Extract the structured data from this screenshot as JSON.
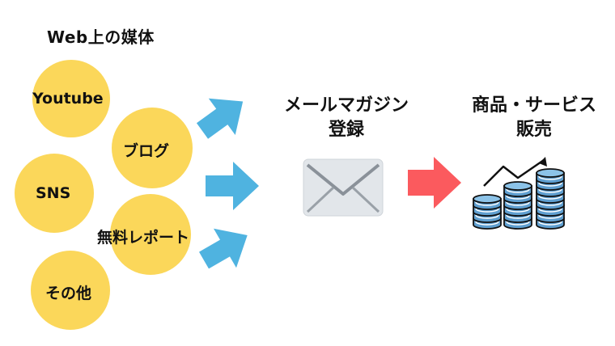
{
  "title": "Web上の媒体",
  "sources": {
    "youtube": "Youtube",
    "blog": "ブログ",
    "sns": "SNS",
    "report": "無料レポート",
    "other": "その他"
  },
  "middle": {
    "line1": "メールマガジン",
    "line2": "登録"
  },
  "right": {
    "line1": "商品・サービス",
    "line2": "販売"
  },
  "colors": {
    "circle": "#fbd75a",
    "blue_arrow": "#4fb3e0",
    "red_arrow": "#fb5a5e",
    "envelope": "#e2e6ea",
    "coins": "#5f9fd0"
  }
}
